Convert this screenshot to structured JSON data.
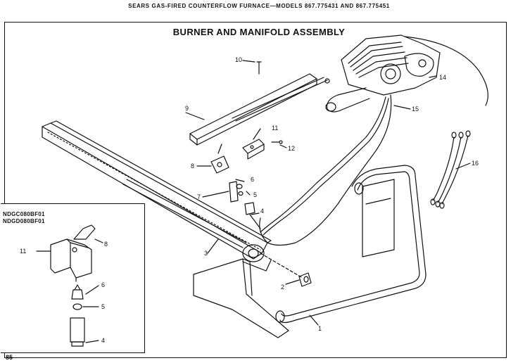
{
  "header": "SEARS GAS-FIRED COUNTERFLOW FURNACE—MODELS 867.775431 AND 867.775451",
  "title": "BURNER AND MANIFOLD ASSEMBLY",
  "inset": {
    "models": [
      "NDGC080BF01",
      "NDGD080BF01"
    ]
  },
  "page_number": "85",
  "callouts": {
    "c1": "1",
    "c2": "2",
    "c3": "3",
    "c4": "4",
    "c5": "5",
    "c6": "6",
    "c7": "7",
    "c8": "8",
    "c9": "9",
    "c10": "10",
    "c11": "11",
    "c12": "12",
    "c14": "14",
    "c15": "15",
    "c16": "16",
    "i4": "4",
    "i5": "5",
    "i6": "6",
    "i8": "8",
    "i11": "11"
  }
}
